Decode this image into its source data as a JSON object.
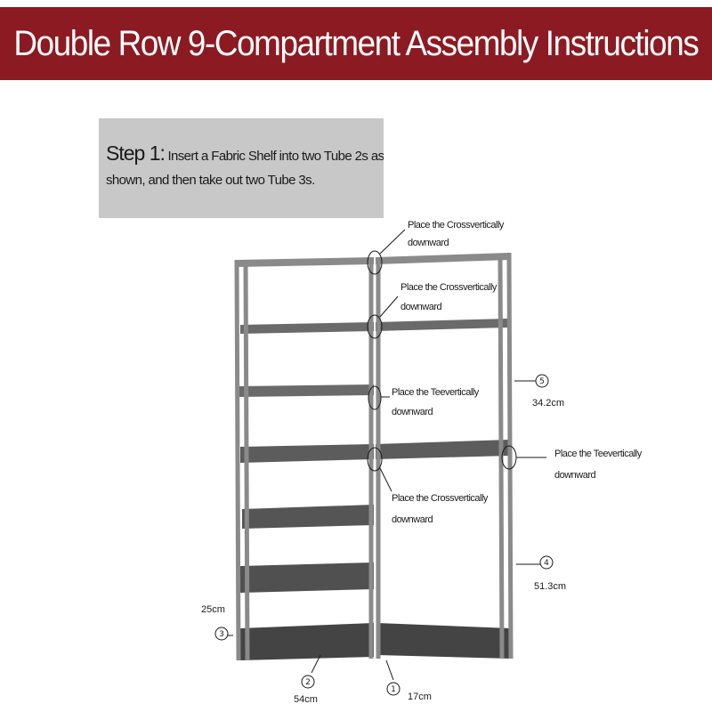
{
  "header": {
    "title": "Double Row 9-Compartment Assembly Instructions",
    "banner_color": "#8b1a22"
  },
  "step": {
    "label": "Step 1:",
    "line1": "Insert a Fabric Shelf into two Tube 2s as",
    "line2": "shown, and then take out two Tube 3s."
  },
  "callouts": [
    {
      "line1": "Place the Crossvertically",
      "line2": "downward"
    },
    {
      "line1": "Place the Crossvertically",
      "line2": "downward"
    },
    {
      "line1": "Place the Teevertically",
      "line2": "downward"
    },
    {
      "line1": "Place the Teevertically",
      "line2": "downward"
    },
    {
      "line1": "Place the Crossvertically",
      "line2": "downward"
    }
  ],
  "tubes": [
    {
      "number": "1",
      "length": "17cm"
    },
    {
      "number": "2",
      "length": "54cm"
    },
    {
      "number": "3",
      "length": "25cm"
    },
    {
      "number": "4",
      "length": "51.3cm"
    },
    {
      "number": "5",
      "length": "34.2cm"
    }
  ],
  "colors": {
    "frame": "#8a8a8a",
    "shelf": "#5a5a5a",
    "shelf_dark": "#3e3e3e"
  }
}
